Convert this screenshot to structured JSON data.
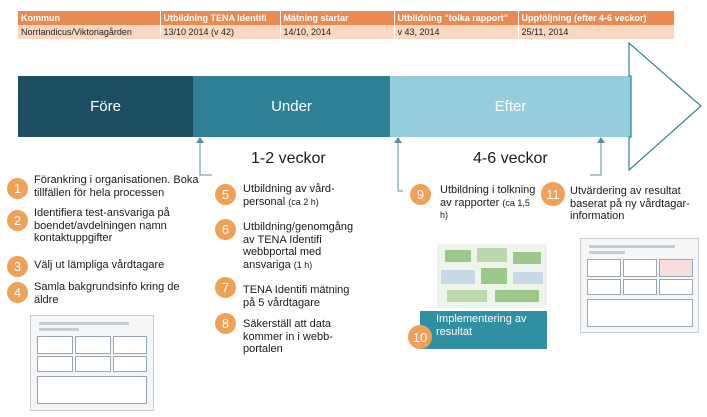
{
  "table": {
    "headers": [
      "Kommun",
      "Utbildning TENA Identifi",
      "Mätning startar",
      "Utbildning \"tolka rapport\"",
      "Uppföljning (efter 4-6 veckor)"
    ],
    "values": [
      "Norrlandicus/Viktoriagården",
      "13/10 2014 (v 42)",
      "14/10, 2014",
      "v 43, 2014",
      "25/11, 2014"
    ]
  },
  "timeline": {
    "phase1": "Före",
    "phase2": "Under",
    "phase3": "Efter",
    "duration_under": "1-2 veckor",
    "duration_efter": "4-6 veckor"
  },
  "steps": [
    {
      "num": "1",
      "text": "Förankring i organisationen. Boka tillfällen för hela processen"
    },
    {
      "num": "2",
      "text": "Identifiera test-ansvariga på boendet/avdelningen namn kontaktuppgifter"
    },
    {
      "num": "3",
      "text": "Välj ut lämpliga vårdtagare"
    },
    {
      "num": "4",
      "text": "Samla bakgrundsinfo kring de äldre"
    },
    {
      "num": "5",
      "text": "Utbildning av vård-personal",
      "note": "(ca 2 h)"
    },
    {
      "num": "6",
      "text": "Utbildning/genomgång av TENA Identifi webbportal med ansvariga",
      "note": "(1 h)"
    },
    {
      "num": "7",
      "text": "TENA Identifi mätning på 5 vårdtagare"
    },
    {
      "num": "8",
      "text": "Säkerställ att data kommer in i webb-portalen"
    },
    {
      "num": "9",
      "text": "Utbildning i tolkning av rapporter",
      "note": "(ca 1,5 h)"
    },
    {
      "num": "10",
      "text": "Implementering av resultat"
    },
    {
      "num": "11",
      "text": "Utvärdering av resultat baserat på ny vårdtagar-information"
    }
  ],
  "colors": {
    "phase1": "#1d4e63",
    "phase2": "#2f8097",
    "phase3": "#96cddd",
    "badge": "#f0a155",
    "table_header": "#e98a53",
    "table_row": "#fbd7bf"
  }
}
